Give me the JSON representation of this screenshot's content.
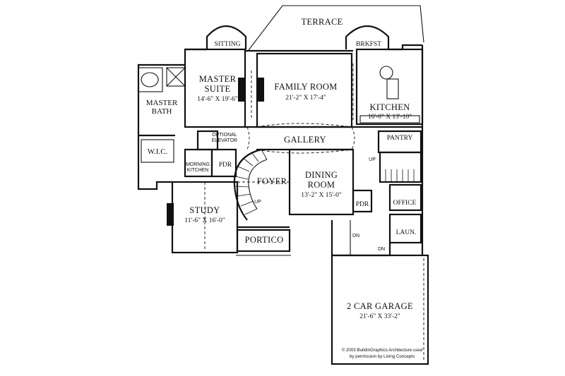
{
  "plan": {
    "terrace": "TERRACE",
    "sitting": "SITTING",
    "brkfst": "BRKFST",
    "master_suite": {
      "name_line1": "MASTER",
      "name_line2": "SUITE",
      "size": "14'-6\" X 19'-6\""
    },
    "family_room": {
      "name": "FAMILY ROOM",
      "size": "21'-2\" X 17'-4\""
    },
    "kitchen": {
      "name": "KITCHEN",
      "size": "16'-0\" X 13'-10\""
    },
    "master_bath": {
      "line1": "MASTER",
      "line2": "BATH"
    },
    "wic": "W.I.C.",
    "optional_elevator": {
      "line1": "OPTIONAL",
      "line2": "ELEVATOR"
    },
    "gallery": "GALLERY",
    "pantry": "PANTRY",
    "morning_kitchen": {
      "line1": "MORNING",
      "line2": "KITCHEN"
    },
    "pdr_left": "PDR",
    "pdr_right": "PDR",
    "foyer": "FOYER",
    "dining_room": {
      "line1": "DINING",
      "line2": "ROOM",
      "size": "13'-2\" X 15'-0\""
    },
    "up_stair_main": "UP",
    "up_stair_back": "UP",
    "office": "OFFICE",
    "study": {
      "name": "STUDY",
      "size": "11'-6\" X 16'-0\""
    },
    "laun": "LAUN.",
    "dn_left": "DN",
    "dn_right": "DN",
    "portico": "PORTICO",
    "garage": {
      "name": "2 CAR GARAGE",
      "size": "21'-6\" X 33'-2\""
    },
    "copyright_line1": "© 2003 BuildinGraphics Architecture used",
    "copyright_line2": "by permission by Living Concepts"
  }
}
